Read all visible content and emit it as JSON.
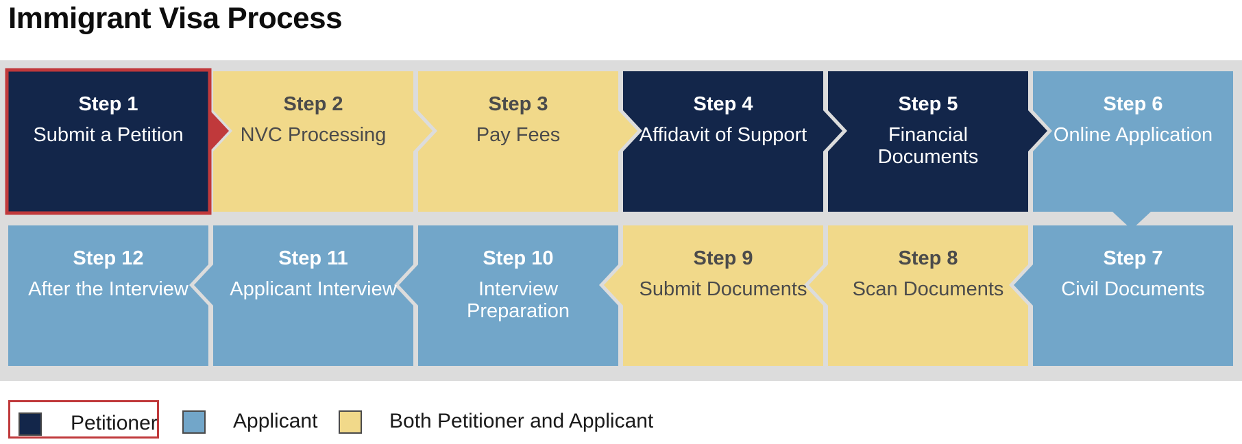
{
  "title": "Immigrant Visa Process",
  "colors": {
    "petitioner": "#13264a",
    "applicant": "#72a6c9",
    "both": "#f1d98a",
    "background": "#dcdcdc",
    "highlight": "#c0393b"
  },
  "steps": [
    {
      "step": "Step 1",
      "name": [
        "Submit a Petition"
      ],
      "role": "petitioner",
      "selected": true
    },
    {
      "step": "Step 2",
      "name": [
        "NVC Processing"
      ],
      "role": "both"
    },
    {
      "step": "Step 3",
      "name": [
        "Pay Fees"
      ],
      "role": "both"
    },
    {
      "step": "Step 4",
      "name": [
        "Affidavit of Support"
      ],
      "role": "petitioner"
    },
    {
      "step": "Step 5",
      "name": [
        "Financial",
        "Documents"
      ],
      "role": "petitioner"
    },
    {
      "step": "Step 6",
      "name": [
        "Online Application"
      ],
      "role": "applicant"
    },
    {
      "step": "Step 7",
      "name": [
        "Civil Documents"
      ],
      "role": "applicant"
    },
    {
      "step": "Step 8",
      "name": [
        "Scan Documents"
      ],
      "role": "both"
    },
    {
      "step": "Step 9",
      "name": [
        "Submit Documents"
      ],
      "role": "both"
    },
    {
      "step": "Step 10",
      "name": [
        "Interview",
        "Preparation"
      ],
      "role": "applicant"
    },
    {
      "step": "Step 11",
      "name": [
        "Applicant Interview"
      ],
      "role": "applicant"
    },
    {
      "step": "Step 12",
      "name": [
        "After the Interview"
      ],
      "role": "applicant"
    }
  ],
  "legend": [
    {
      "role": "petitioner",
      "label": "Petitioner",
      "selected": true
    },
    {
      "role": "applicant",
      "label": "Applicant"
    },
    {
      "role": "both",
      "label": "Both Petitioner and Applicant"
    }
  ]
}
